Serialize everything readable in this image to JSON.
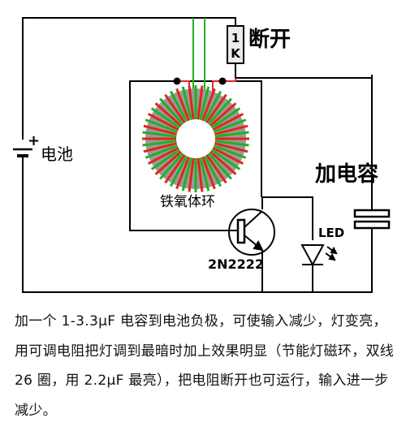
{
  "diagram": {
    "battery_plus": "+",
    "battery_label": "电池",
    "resistor_value_1": "1",
    "resistor_value_2": "K",
    "resistor_label": "断开",
    "toroid_label": "铁氧体环",
    "capacitor_label": "加电容",
    "transistor_label": "2N2222",
    "led_label": "LED",
    "colors": {
      "wire": "#000000",
      "winding_red": "#e0261c",
      "winding_green": "#22b022",
      "core": "#9a9a9a"
    }
  },
  "caption": "加一个 1-3.3μF 电容到电池负极，可使输入减少，灯变亮，用可调电阻把灯调到最暗时加上效果明显（节能灯磁环，双线 26 圈，用 2.2μF 最亮），把电阻断开也可运行，输入进一步减少。"
}
